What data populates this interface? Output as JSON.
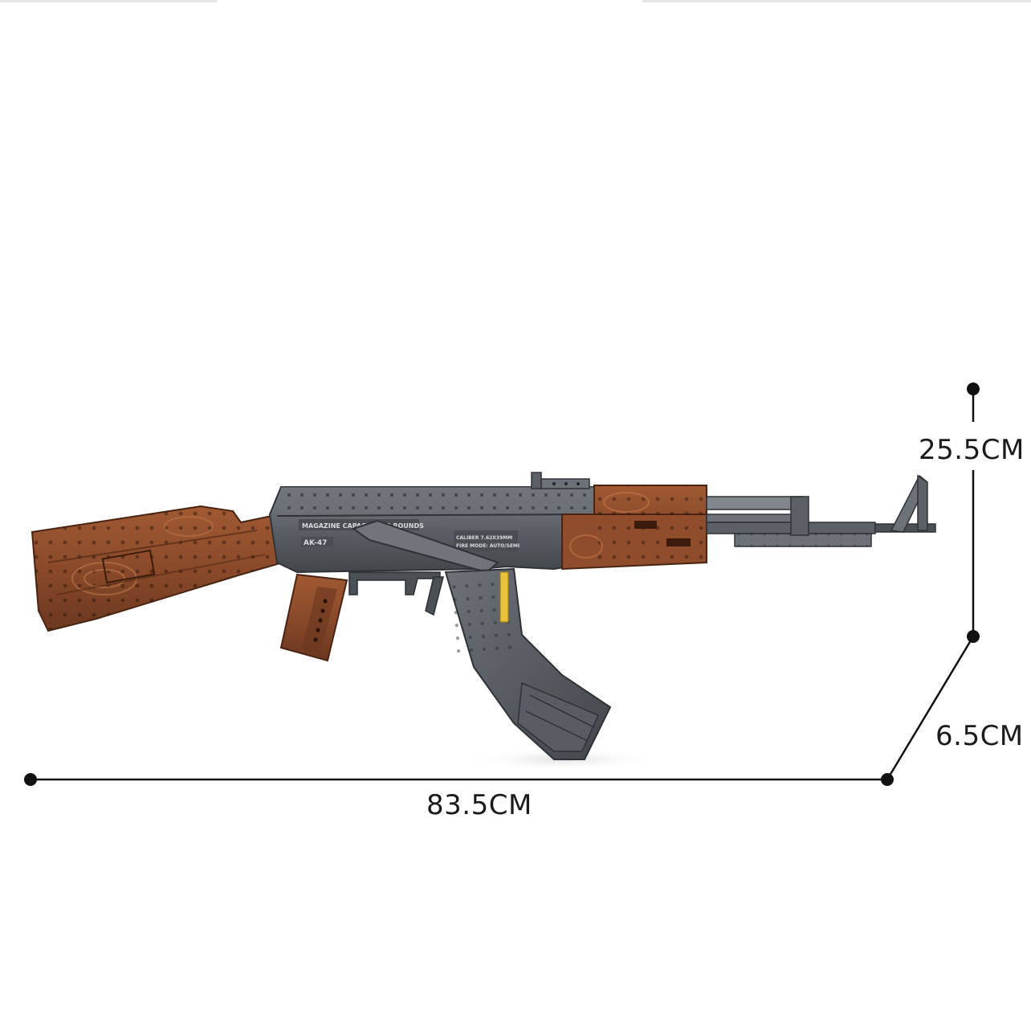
{
  "dimensions": {
    "length": "83.5CM",
    "height": "25.5CM",
    "depth": "6.5CM"
  },
  "model_markings": {
    "receiver_text_1": "MAGAZINE CAPACITY: 30 ROUNDS",
    "receiver_text_2": "AK-47",
    "receiver_text_3": "CALIBER 7.62X39MM",
    "receiver_text_4": "FIRE MODE: AUTO/SEMI"
  },
  "colors": {
    "wood": "#8a4a2a",
    "wood_dark": "#5e2f18",
    "metal": "#5b6066",
    "metal_dark": "#3c4045",
    "metal_light": "#7d8389",
    "accent": "#e8c23a",
    "line": "#111111"
  }
}
